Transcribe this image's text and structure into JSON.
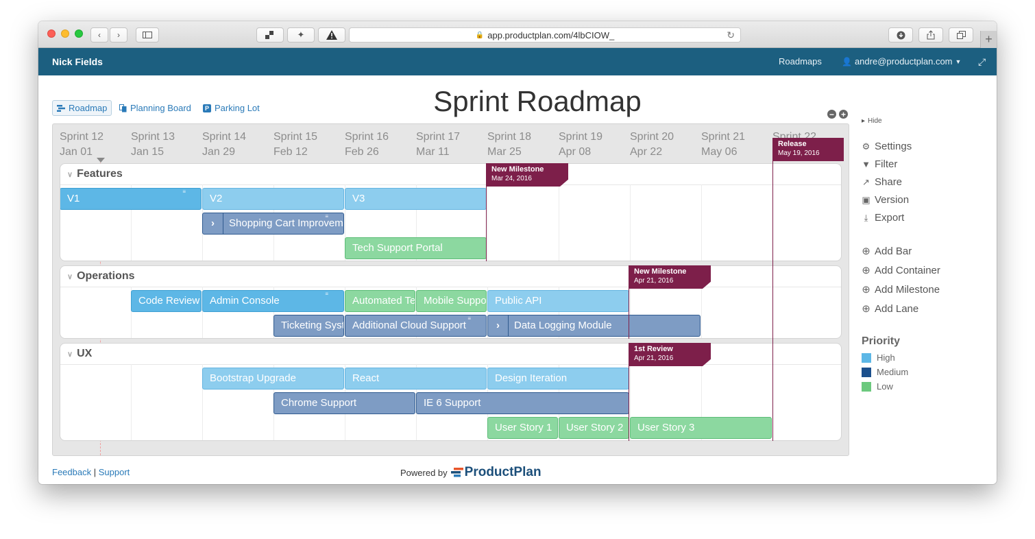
{
  "browser": {
    "url": "app.productplan.com/4lbCIOW_"
  },
  "nav": {
    "user_name": "Nick Fields",
    "roadmaps_label": "Roadmaps",
    "account_label": "andre@productplan.com"
  },
  "tabs": [
    {
      "label": "Roadmap",
      "icon": "roadmap-icon"
    },
    {
      "label": "Planning Board",
      "icon": "planning-board-icon"
    },
    {
      "label": "Parking Lot",
      "icon": "parking-lot-icon"
    }
  ],
  "page_title": "Sprint Roadmap",
  "sprints": [
    {
      "name": "Sprint 12",
      "date": "Jan 01"
    },
    {
      "name": "Sprint 13",
      "date": "Jan 15"
    },
    {
      "name": "Sprint 14",
      "date": "Jan 29"
    },
    {
      "name": "Sprint 15",
      "date": "Feb 12"
    },
    {
      "name": "Sprint 16",
      "date": "Feb 26"
    },
    {
      "name": "Sprint 17",
      "date": "Mar 11"
    },
    {
      "name": "Sprint 18",
      "date": "Mar 25"
    },
    {
      "name": "Sprint 19",
      "date": "Apr 08"
    },
    {
      "name": "Sprint 20",
      "date": "Apr 22"
    },
    {
      "name": "Sprint 21",
      "date": "May 06"
    },
    {
      "name": "Sprint 22",
      "date": ""
    }
  ],
  "lanes": [
    {
      "name": "Features",
      "bars": [
        {
          "label": "V1",
          "priority": "high",
          "row": 0,
          "start": 0,
          "span": 2
        },
        {
          "label": "V2",
          "priority": "high2",
          "row": 0,
          "start": 2,
          "span": 2
        },
        {
          "label": "V3",
          "priority": "high2",
          "row": 0,
          "start": 4,
          "span": 2
        },
        {
          "label": "Shopping Cart Improvements",
          "priority": "med",
          "row": 1,
          "start": 2,
          "span": 2,
          "expand": true
        },
        {
          "label": "Tech Support Portal",
          "priority": "low",
          "row": 2,
          "start": 4,
          "span": 2
        }
      ],
      "milestones": [
        {
          "name": "New Milestone",
          "date": "Mar 24, 2016",
          "at": 6
        }
      ]
    },
    {
      "name": "Operations",
      "bars": [
        {
          "label": "Code Review",
          "priority": "high",
          "row": 0,
          "start": 1,
          "span": 1
        },
        {
          "label": "Admin Console",
          "priority": "high",
          "row": 0,
          "start": 2,
          "span": 2
        },
        {
          "label": "Automated Testing",
          "priority": "low",
          "row": 0,
          "start": 4,
          "span": 1
        },
        {
          "label": "Mobile Support",
          "priority": "low",
          "row": 0,
          "start": 5,
          "span": 1
        },
        {
          "label": "Public API",
          "priority": "high2",
          "row": 0,
          "start": 6,
          "span": 2
        },
        {
          "label": "Ticketing System",
          "priority": "med",
          "row": 1,
          "start": 3,
          "span": 1
        },
        {
          "label": "Additional Cloud Support",
          "priority": "med",
          "row": 1,
          "start": 4,
          "span": 2
        },
        {
          "label": "Data Logging Module",
          "priority": "med",
          "row": 1,
          "start": 6,
          "span": 3,
          "expand": true
        }
      ],
      "milestones": [
        {
          "name": "New Milestone",
          "date": "Apr 21, 2016",
          "at": 8
        }
      ]
    },
    {
      "name": "UX",
      "bars": [
        {
          "label": "Bootstrap Upgrade",
          "priority": "high2",
          "row": 0,
          "start": 2,
          "span": 2
        },
        {
          "label": "React",
          "priority": "high2",
          "row": 0,
          "start": 4,
          "span": 2
        },
        {
          "label": "Design Iteration",
          "priority": "high2",
          "row": 0,
          "start": 6,
          "span": 2
        },
        {
          "label": "Chrome Support",
          "priority": "med",
          "row": 1,
          "start": 3,
          "span": 2
        },
        {
          "label": "IE 6 Support",
          "priority": "med",
          "row": 1,
          "start": 5,
          "span": 3
        },
        {
          "label": "User Story 1",
          "priority": "low",
          "row": 2,
          "start": 6,
          "span": 1
        },
        {
          "label": "User Story 2",
          "priority": "low",
          "row": 2,
          "start": 7,
          "span": 1
        },
        {
          "label": "User Story 3",
          "priority": "low",
          "row": 2,
          "start": 8,
          "span": 2
        }
      ],
      "milestones": [
        {
          "name": "1st Review",
          "date": "Apr 21, 2016",
          "at": 8
        }
      ]
    }
  ],
  "release": {
    "name": "Release",
    "date": "May 19, 2016"
  },
  "sidebar": {
    "hide_label": "Hide",
    "actions": [
      {
        "label": "Settings",
        "icon": "gear-icon"
      },
      {
        "label": "Filter",
        "icon": "filter-icon"
      },
      {
        "label": "Share",
        "icon": "share-icon"
      },
      {
        "label": "Version",
        "icon": "archive-icon"
      },
      {
        "label": "Export",
        "icon": "download-icon"
      }
    ],
    "adds": [
      {
        "label": "Add Bar",
        "icon": "plus-circle-icon"
      },
      {
        "label": "Add Container",
        "icon": "plus-circle-icon"
      },
      {
        "label": "Add Milestone",
        "icon": "plus-circle-icon"
      },
      {
        "label": "Add Lane",
        "icon": "plus-circle-icon"
      }
    ],
    "priority_title": "Priority",
    "legend": [
      {
        "label": "High",
        "color": "#5db7e6"
      },
      {
        "label": "Medium",
        "color": "#1b4f8c"
      },
      {
        "label": "Low",
        "color": "#6cc97e"
      }
    ]
  },
  "footer": {
    "feedback": "Feedback",
    "separator": "|",
    "support": "Support",
    "powered_by": "Powered by",
    "brand": "ProductPlan"
  }
}
